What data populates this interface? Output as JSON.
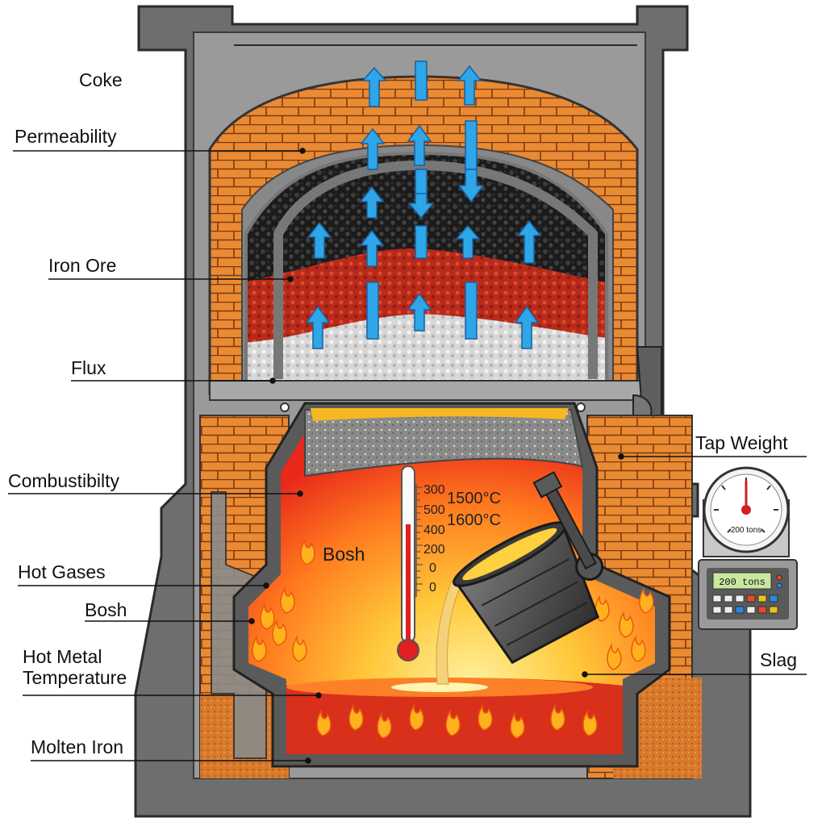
{
  "labels": {
    "coke": "Coke",
    "permeability": "Permeability",
    "iron_ore": "Iron Ore",
    "flux": "Flux",
    "combustibility": "Combustibilty",
    "hot_gases": "Hot Gases",
    "bosh_left": "Bosh",
    "hot_metal_temperature": "Hot Metal Temperature",
    "molten_iron": "Molten Iron",
    "tap_weight": "Tap Weight",
    "slag": "Slag",
    "bosh_inside": "Bosh"
  },
  "thermometer": {
    "scale": [
      "300",
      "500",
      "400",
      "200",
      "0",
      "0"
    ],
    "temp_high": "1500°C",
    "temp_low": "1600°C"
  },
  "gauge": {
    "dial_text": "200 tons",
    "display_text": "200 tons"
  },
  "colors": {
    "brick": "#e8852e",
    "shell": "#6d6d6d",
    "coke": "#1e1e1e",
    "ore": "#c8321e",
    "flux": "#d6d6d6",
    "arrow": "#2fa8e8",
    "molten": "#e23a12",
    "glow": "#ffd23a"
  },
  "icons": [
    "up-arrow-icon",
    "down-arrow-icon",
    "flame-icon",
    "thermometer-icon",
    "ladle-icon",
    "scale-dial-icon"
  ]
}
